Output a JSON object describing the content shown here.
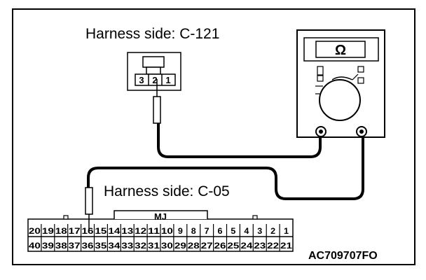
{
  "labels": {
    "top_connector": "Harness side: C-121",
    "bottom_connector": "Harness side: C-05",
    "code": "AC709707FO",
    "mj": "MJ"
  },
  "meter": {
    "symbol": "Ω"
  },
  "connector_c121": {
    "pins": [
      "3",
      "2",
      "1"
    ]
  },
  "connector_c05": {
    "top_row": [
      "20",
      "19",
      "18",
      "17",
      "16",
      "15",
      "14",
      "13",
      "12",
      "11",
      "10",
      "9",
      "8",
      "7",
      "6",
      "5",
      "4",
      "3",
      "2",
      "1"
    ],
    "bottom_row": [
      "40",
      "39",
      "38",
      "37",
      "36",
      "35",
      "34",
      "33",
      "32",
      "31",
      "30",
      "29",
      "28",
      "27",
      "26",
      "25",
      "24",
      "23",
      "22",
      "21"
    ]
  }
}
